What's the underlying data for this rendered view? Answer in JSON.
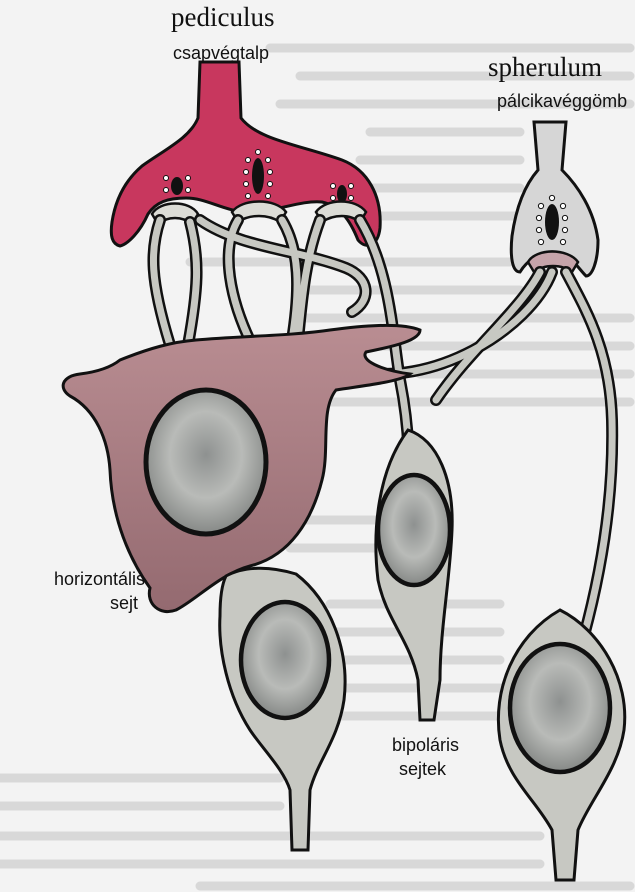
{
  "labels": {
    "pediculus": "pediculus",
    "csapvegtalp": "csapvégtalp",
    "spherulum": "spherulum",
    "palcikaveggomb": "pálcikavéggömb",
    "horizontalis": "horizontális",
    "sejt": "sejt",
    "bipolaris": "bipoláris",
    "sejtek": "sejtek"
  },
  "colors": {
    "background": "#f3f3f3",
    "pediculus": "#c8375e",
    "spherulum": "#d6d6d6",
    "horizontal_cell": "#a87e84",
    "bipolar_cell": "#c7c8c2",
    "outline": "#111111"
  }
}
